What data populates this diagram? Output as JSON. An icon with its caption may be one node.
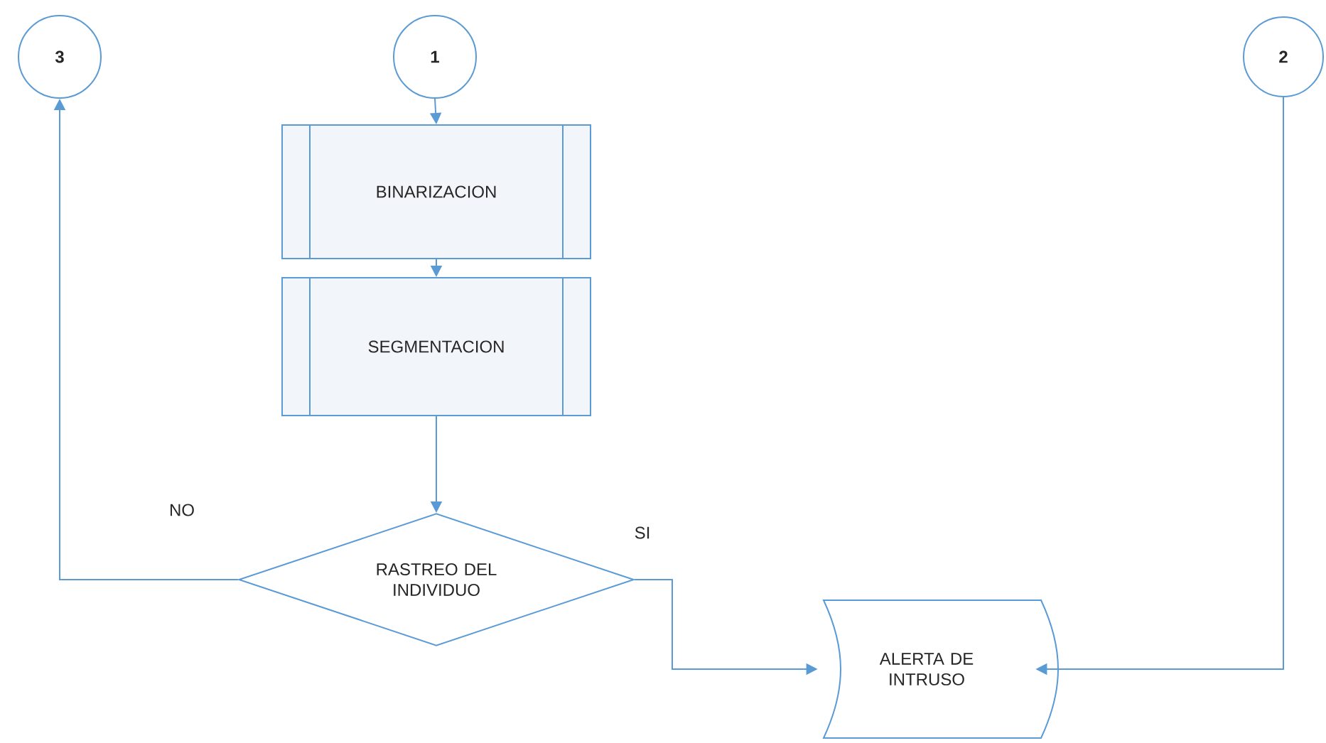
{
  "diagram": {
    "nodes": [
      {
        "text": [
          "3"
        ]
      },
      {
        "text": [
          "1"
        ]
      },
      {
        "text": [
          "2"
        ]
      },
      {
        "text": [
          "BINARIZACION"
        ]
      },
      {
        "text": [
          "SEGMENTACION"
        ]
      },
      {
        "text": [
          "RASTREO DEL INDIVIDUO"
        ]
      },
      {
        "text": [
          "ALERTA DE INTRUSO"
        ]
      }
    ],
    "edges": [
      {
        "from": 1,
        "to": 3,
        "arrow": "to"
      },
      {
        "from": 3,
        "to": 4,
        "arrow": "to"
      },
      {
        "from": 4,
        "to": 5,
        "arrow": "to"
      },
      {
        "from": 5,
        "to": 0,
        "arrow": "to",
        "label": "NO"
      },
      {
        "from": 5,
        "to": 6,
        "arrow": "to",
        "label": "SI"
      },
      {
        "from": 2,
        "to": 6,
        "arrow": "to"
      }
    ]
  }
}
